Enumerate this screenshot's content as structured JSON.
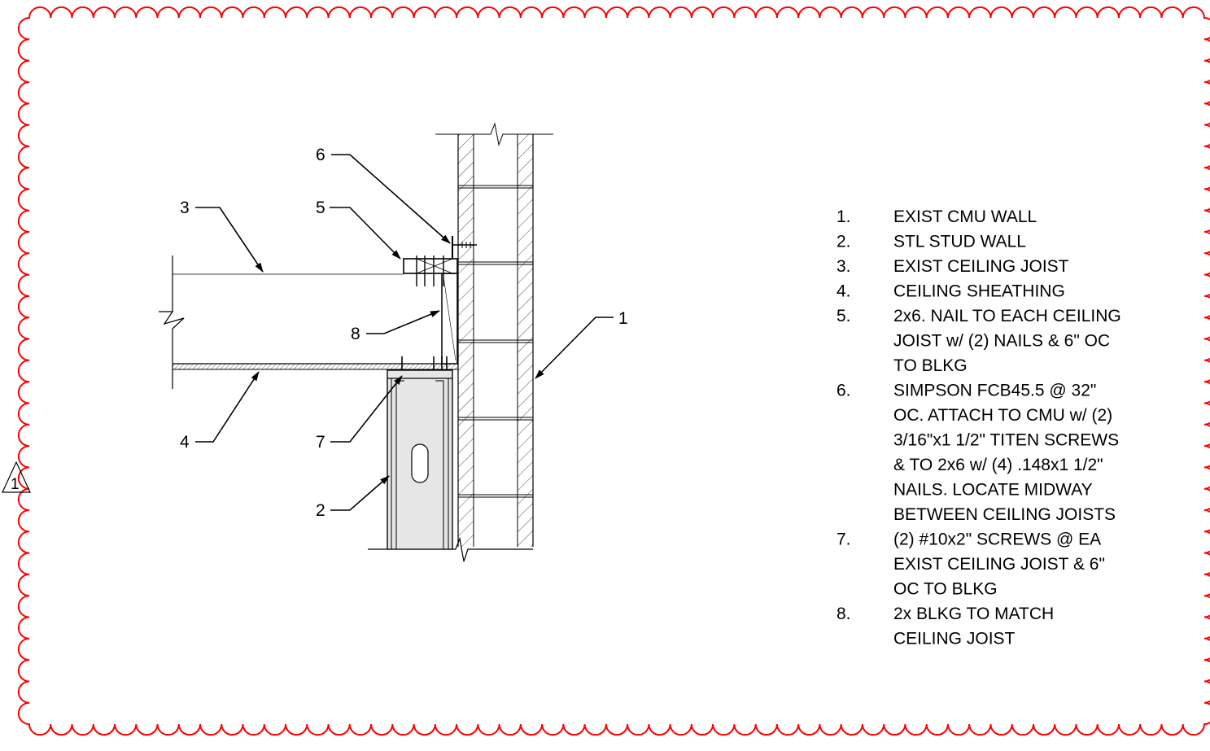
{
  "revision": {
    "number": "1",
    "cloud_color": "#ff0000"
  },
  "callouts": {
    "c1": "1",
    "c2": "2",
    "c3": "3",
    "c4": "4",
    "c5": "5",
    "c6": "6",
    "c7": "7",
    "c8": "8"
  },
  "notes": [
    {
      "num": "1.",
      "lines": [
        "EXIST CMU WALL"
      ]
    },
    {
      "num": "2.",
      "lines": [
        "STL STUD WALL"
      ]
    },
    {
      "num": "3.",
      "lines": [
        "EXIST CEILING JOIST"
      ]
    },
    {
      "num": "4.",
      "lines": [
        "CEILING SHEATHING"
      ]
    },
    {
      "num": "5.",
      "lines": [
        "2x6. NAIL TO EACH CEILING",
        "JOIST w/ (2) NAILS & 6\" OC",
        "TO BLKG"
      ]
    },
    {
      "num": "6.",
      "lines": [
        "SIMPSON FCB45.5 @ 32\"",
        "OC. ATTACH TO CMU w/ (2)",
        "3/16\"x1 1/2\" TITEN SCREWS",
        "& TO 2x6 w/ (4) .148x1 1/2\"",
        "NAILS. LOCATE MIDWAY",
        "BETWEEN CEILING JOISTS"
      ]
    },
    {
      "num": "7.",
      "lines": [
        "(2) #10x2\" SCREWS @ EA",
        "EXIST CEILING JOIST & 6\"",
        "OC TO BLKG"
      ]
    },
    {
      "num": "8.",
      "lines": [
        "2x BLKG TO MATCH",
        "CEILING JOIST"
      ]
    }
  ]
}
